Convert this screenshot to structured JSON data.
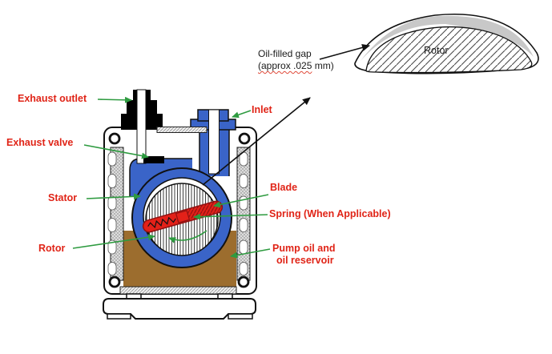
{
  "labels": {
    "exhaust_outlet": "Exhaust outlet",
    "exhaust_valve": "Exhaust valve",
    "stator": "Stator",
    "rotor": "Rotor",
    "inlet": "Inlet",
    "blade": "Blade",
    "spring": "Spring (When Applicable)",
    "pump_oil_line1": "Pump oil and",
    "pump_oil_line2": "oil reservoir"
  },
  "inset": {
    "rotor_label": "Rotor",
    "gap_label_line1": "Oil-filled gap",
    "gap_label_line2_underlined": "(approx .025",
    "gap_label_line2_rest": " mm)"
  },
  "colors": {
    "label_red": "#E02417",
    "leader_green": "#2E9B40",
    "stator_blue": "#3A64C8",
    "oil_brown": "#9C6D2E",
    "blade_red": "#E32119",
    "gap_gray": "#C8C8C8"
  }
}
